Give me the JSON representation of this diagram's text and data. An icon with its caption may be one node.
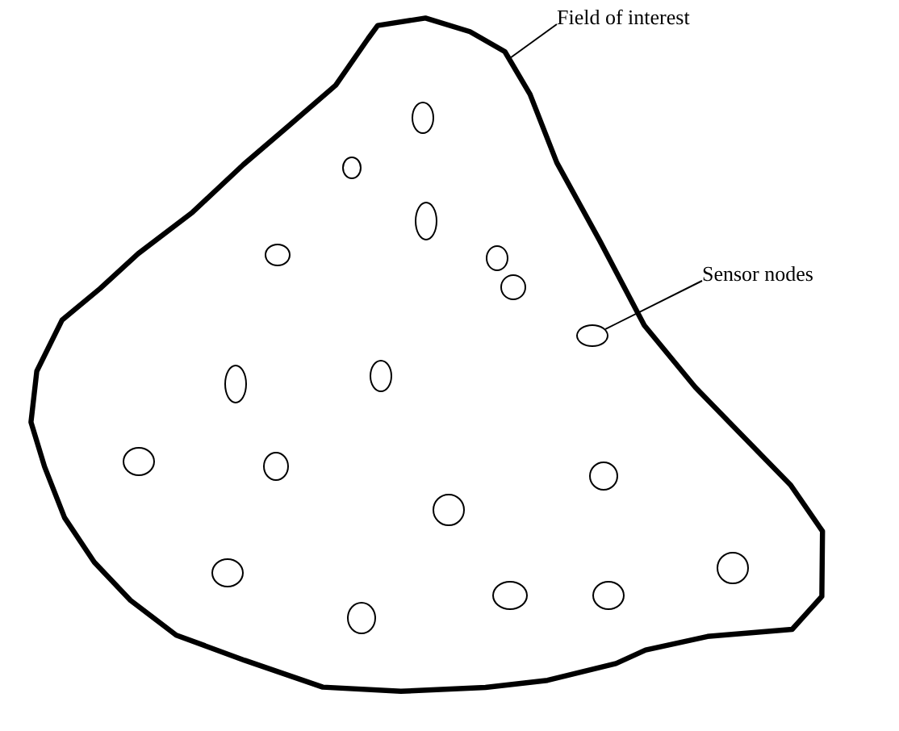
{
  "diagram": {
    "nodes": [
      {
        "text": [
          "Field of interest"
        ]
      },
      {
        "text": [],
        "shape": "region"
      },
      {
        "text": [],
        "shape": "circle",
        "in": 1
      },
      {
        "text": [],
        "shape": "circle",
        "in": 1
      },
      {
        "text": [],
        "shape": "circle",
        "in": 1
      },
      {
        "text": [],
        "shape": "circle",
        "in": 1
      },
      {
        "text": [],
        "shape": "circle",
        "in": 1
      },
      {
        "text": [
          "Sensor nodes"
        ]
      },
      {
        "text": [],
        "shape": "circle",
        "in": 1
      },
      {
        "text": [],
        "shape": "circle",
        "in": 1
      },
      {
        "text": [],
        "shape": "circle",
        "in": 1
      },
      {
        "text": [],
        "shape": "circle",
        "in": 1
      },
      {
        "text": [],
        "shape": "circle",
        "in": 1
      },
      {
        "text": [],
        "shape": "circle",
        "in": 1
      },
      {
        "text": [],
        "shape": "circle",
        "in": 1
      },
      {
        "text": [],
        "shape": "circle",
        "in": 1
      },
      {
        "text": [],
        "shape": "circle",
        "in": 1
      },
      {
        "text": [],
        "shape": "circle",
        "in": 1
      },
      {
        "text": [],
        "shape": "circle",
        "in": 1
      },
      {
        "text": [],
        "shape": "circle",
        "in": 1
      },
      {
        "text": [],
        "shape": "circle",
        "in": 1
      }
    ],
    "edges": [
      {
        "from": 0,
        "to": 1,
        "arrow": "none"
      },
      {
        "from": 7,
        "to": 11,
        "arrow": "none"
      }
    ]
  }
}
